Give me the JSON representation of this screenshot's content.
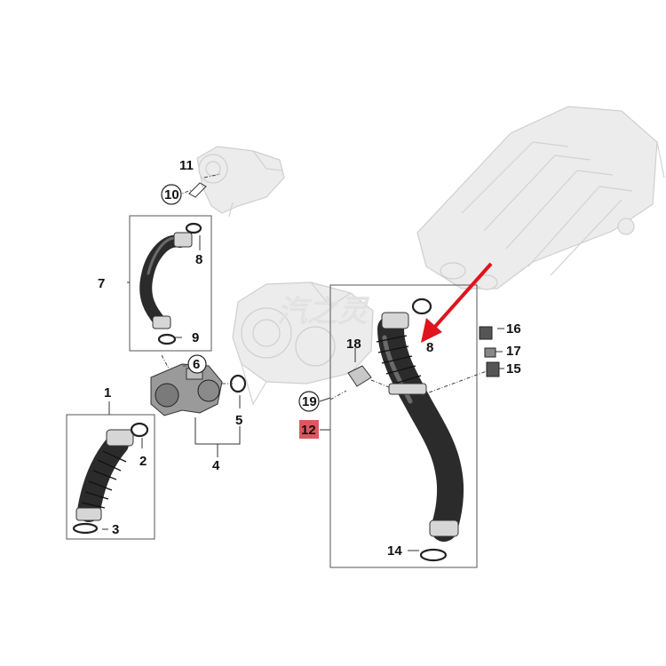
{
  "watermark": "汽之灵",
  "callouts": {
    "c1": "1",
    "c2": "2",
    "c3": "3",
    "c4": "4",
    "c5": "5",
    "c6": "6",
    "c7": "7",
    "c8": "8",
    "c9": "9",
    "c10": "10",
    "c11": "11",
    "c12": "12",
    "c14": "14",
    "c15": "15",
    "c16": "16",
    "c17": "17",
    "c18": "18",
    "c19": "19",
    "c8b": "8"
  },
  "colors": {
    "highlight_callout_bg": "#e0565e",
    "arrow": "#e0141c"
  },
  "icons": [
    "red-arrow-icon"
  ]
}
